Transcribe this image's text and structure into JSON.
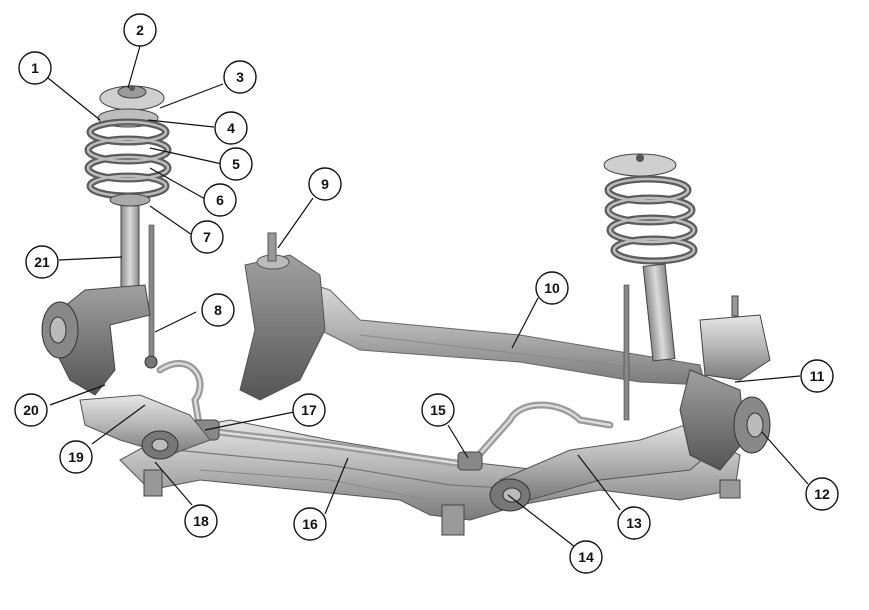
{
  "callouts": [
    {
      "n": "1"
    },
    {
      "n": "2"
    },
    {
      "n": "3"
    },
    {
      "n": "4"
    },
    {
      "n": "5"
    },
    {
      "n": "6"
    },
    {
      "n": "7"
    },
    {
      "n": "8"
    },
    {
      "n": "9"
    },
    {
      "n": "10"
    },
    {
      "n": "11"
    },
    {
      "n": "12"
    },
    {
      "n": "13"
    },
    {
      "n": "14"
    },
    {
      "n": "15"
    },
    {
      "n": "16"
    },
    {
      "n": "17"
    },
    {
      "n": "18"
    },
    {
      "n": "19"
    },
    {
      "n": "20"
    },
    {
      "n": "21"
    }
  ],
  "colors": {
    "metal_light": "#d9d9d9",
    "metal_mid": "#a9a9a9",
    "metal_dark": "#6e6e6e",
    "callout_stroke": "#111111"
  }
}
